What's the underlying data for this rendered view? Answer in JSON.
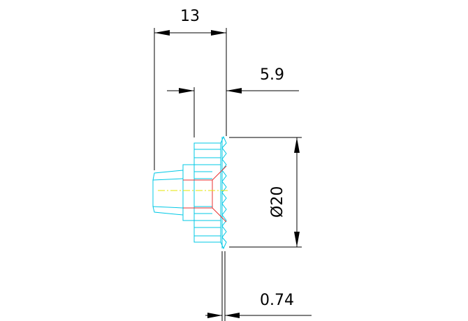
{
  "drawing": {
    "dimensions": {
      "overall_length": "13",
      "flange_width": "5.9",
      "diameter": "Ø20",
      "lip_thickness": "0.74"
    },
    "colors": {
      "background": "#ffffff",
      "dimension_lines": "#000000",
      "part_outline": "#00c8e6",
      "hidden_lines": "#e83030",
      "center_line": "#e6e600"
    }
  }
}
